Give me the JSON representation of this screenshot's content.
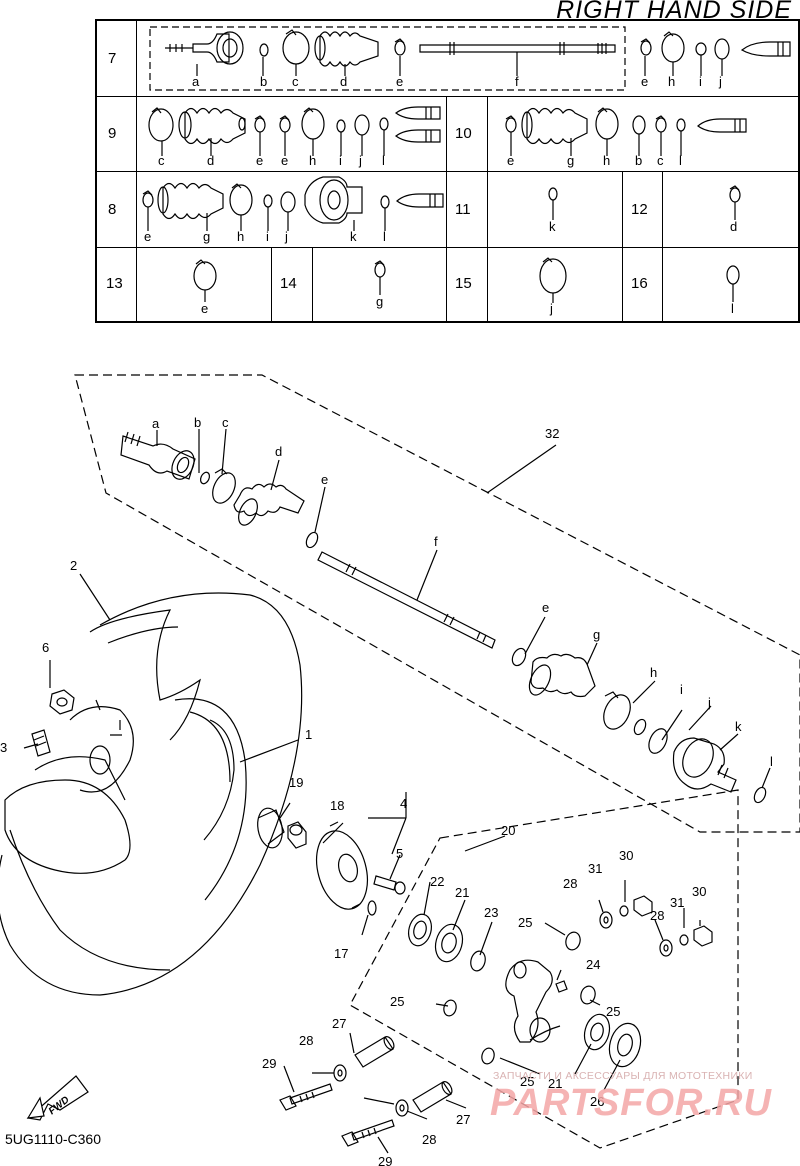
{
  "title": "RIGHT HAND SIDE",
  "code": "5UG1110-C360",
  "fwd_label": "FWD",
  "watermark": {
    "text": "PARTSFOR.RU",
    "subtext": "ЗАПЧАСТИ И АКСЕССУАРЫ ДЛЯ МОТОТЕХНИКИ"
  },
  "kit_table": {
    "rows": [
      {
        "num": "7",
        "letters": [
          "a",
          "b",
          "c",
          "d",
          "e",
          "f",
          "e",
          "h",
          "i",
          "j"
        ]
      },
      {
        "num": "9",
        "letters": [
          "c",
          "d",
          "e",
          "e",
          "h",
          "i",
          "j",
          "l"
        ]
      },
      {
        "num": "10",
        "letters": [
          "e",
          "g",
          "h",
          "b",
          "c",
          "l"
        ]
      },
      {
        "num": "8",
        "letters": [
          "e",
          "g",
          "h",
          "i",
          "j",
          "k",
          "l"
        ]
      },
      {
        "num": "11",
        "letters": [
          "k"
        ]
      },
      {
        "num": "12",
        "letters": [
          "d"
        ]
      },
      {
        "num": "13",
        "letters": [
          "e"
        ]
      },
      {
        "num": "14",
        "letters": [
          "g"
        ]
      },
      {
        "num": "15",
        "letters": [
          "j"
        ]
      },
      {
        "num": "16",
        "letters": [
          "l"
        ]
      }
    ]
  },
  "callouts": {
    "shaft_assembly": [
      "a",
      "b",
      "c",
      "d",
      "e",
      "f",
      "e",
      "g",
      "h",
      "i",
      "j",
      "k",
      "l"
    ],
    "parts": [
      "1",
      "2",
      "3",
      "4",
      "5",
      "6",
      "17",
      "18",
      "19",
      "20",
      "21",
      "21",
      "22",
      "23",
      "24",
      "25",
      "25",
      "25",
      "25",
      "26",
      "27",
      "27",
      "28",
      "28",
      "28",
      "28",
      "29",
      "29",
      "30",
      "30",
      "31",
      "31",
      "32"
    ]
  }
}
